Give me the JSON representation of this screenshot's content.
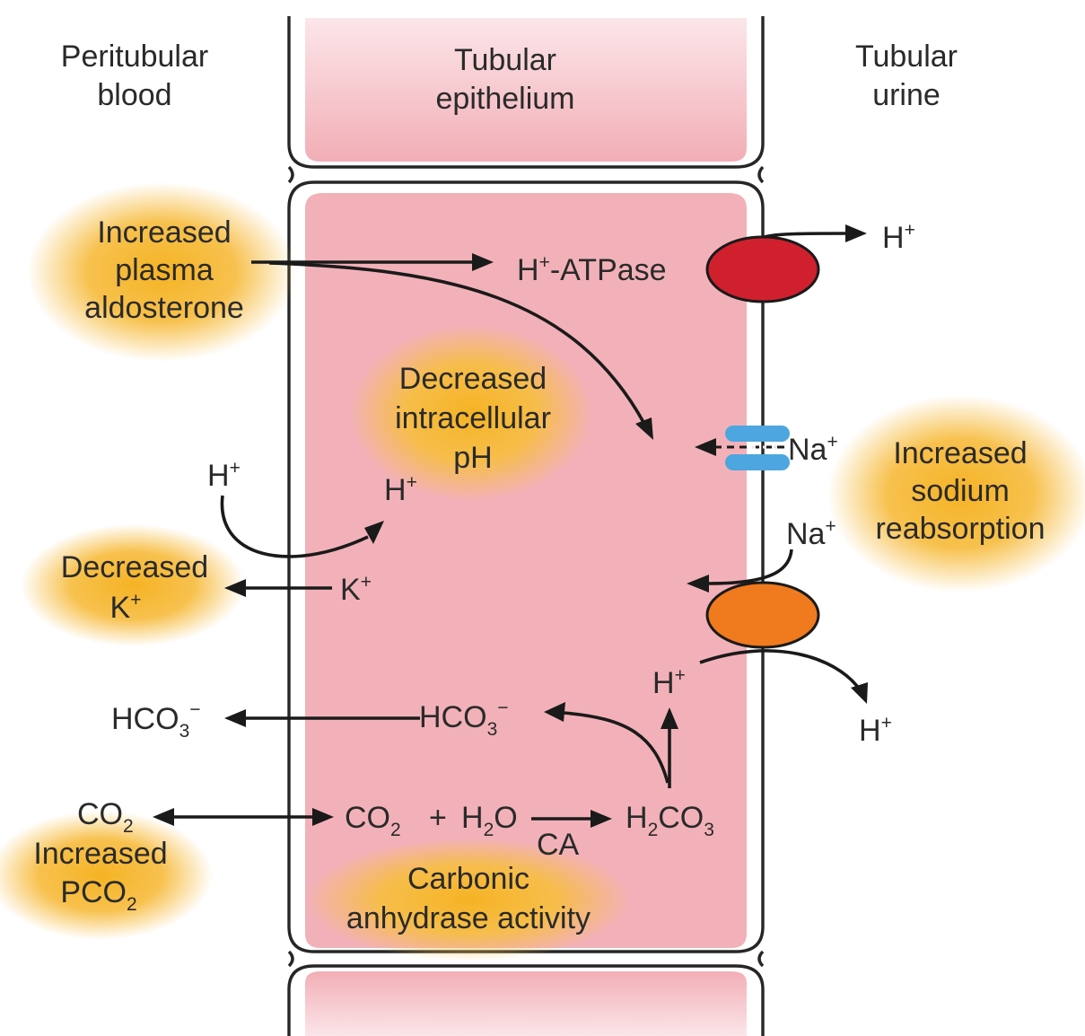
{
  "headers": {
    "peritubular_blood": [
      "Peritubular",
      "blood"
    ],
    "tubular_epithelium": [
      "Tubular",
      "epithelium"
    ],
    "tubular_urine": [
      "Tubular",
      "urine"
    ]
  },
  "highlights": {
    "aldosterone": [
      "Increased",
      "plasma",
      "aldosterone"
    ],
    "intracellular_ph": [
      "Decreased",
      "intracellular",
      "pH"
    ],
    "sodium_reabsorption": [
      "Increased",
      "sodium",
      "reabsorption"
    ],
    "decreased_k": [
      "Decreased",
      "K",
      "+"
    ],
    "pco2": [
      "Increased",
      "PCO",
      "2"
    ],
    "carbonic_anhydrase": [
      "Carbonic",
      "anhydrase activity"
    ]
  },
  "labels": {
    "atpase": {
      "base": "H",
      "sup": "+",
      "rest": "-ATPase"
    },
    "h_out_top": {
      "base": "H",
      "sup": "+"
    },
    "na_channel": {
      "base": "Na",
      "sup": "+"
    },
    "na_exchanger": {
      "base": "Na",
      "sup": "+"
    },
    "h_exchanger_in": {
      "base": "H",
      "sup": "+"
    },
    "h_exchanger_out": {
      "base": "H",
      "sup": "+"
    },
    "h_blood": {
      "base": "H",
      "sup": "+"
    },
    "h_cell": {
      "base": "H",
      "sup": "+"
    },
    "k_cell": {
      "base": "K",
      "sup": "+"
    },
    "hco3_blood": {
      "base": "HCO",
      "sub": "3",
      "sup": "−"
    },
    "hco3_cell": {
      "base": "HCO",
      "sub": "3",
      "sup": "−"
    },
    "co2_blood": {
      "base": "CO",
      "sub": "2"
    },
    "reaction": {
      "co2": "CO",
      "co2_sub": "2",
      "plus": "+",
      "h2o_a": "H",
      "h2o_sub": "2",
      "h2o_b": "O",
      "enzyme": "CA",
      "h2co3_a": "H",
      "h2co3_sub": "2",
      "h2co3_b": "CO",
      "h2co3_sub2": "3"
    }
  },
  "colors": {
    "cell_fill": "#f2b1b8",
    "cell_light": "#fbe3e6",
    "highlight": "#f5b324",
    "atpase_pump": "#d0202e",
    "na_channel": "#4da6e0",
    "exchanger": "#f07a1e"
  }
}
